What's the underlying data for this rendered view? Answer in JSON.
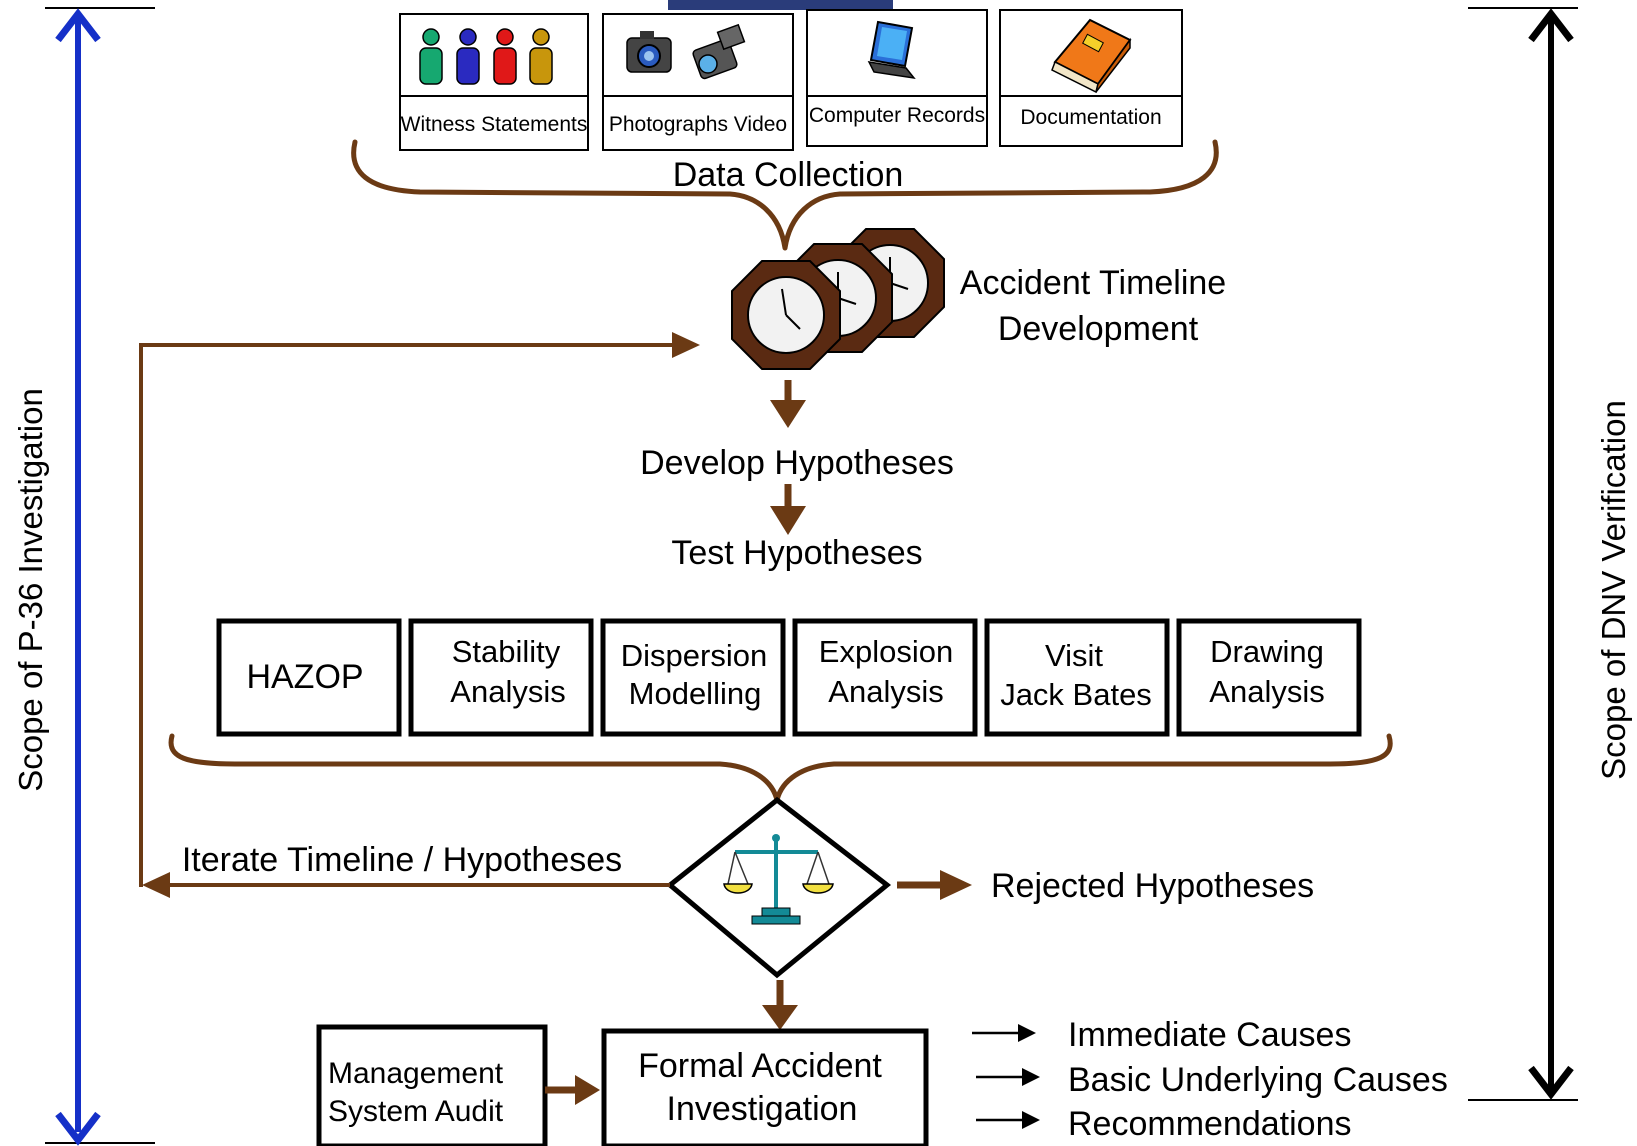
{
  "scope_left": "Scope of P-36 Investigation",
  "scope_right": "Scope of DNV Verification",
  "data_sources": [
    {
      "label": "Witness Statements",
      "icon": "people-icon"
    },
    {
      "label": "Photographs Video",
      "icon": "camera-video-icon"
    },
    {
      "label": "Computer Records",
      "icon": "computer-icon"
    },
    {
      "label": "Documentation",
      "icon": "book-icon"
    }
  ],
  "data_collection": "Data Collection",
  "timeline": {
    "line1": "Accident Timeline",
    "line2": "Development",
    "icon": "clocks-icon"
  },
  "develop": "Develop Hypotheses",
  "test": "Test Hypotheses",
  "analyses": [
    {
      "line1": "HAZOP",
      "line2": ""
    },
    {
      "line1": "Stability",
      "line2": "Analysis"
    },
    {
      "line1": "Dispersion",
      "line2": "Modelling"
    },
    {
      "line1": "Explosion",
      "line2": "Analysis"
    },
    {
      "line1": "Visit",
      "line2": "Jack Bates"
    },
    {
      "line1": "Drawing",
      "line2": "Analysis"
    }
  ],
  "decision": {
    "icon": "scales-icon"
  },
  "iterate": "Iterate Timeline / Hypotheses",
  "rejected": "Rejected Hypotheses",
  "audit": {
    "line1": "Management",
    "line2": "System Audit"
  },
  "formal": {
    "line1": "Formal Accident",
    "line2": "Investigation"
  },
  "outputs": [
    "Immediate Causes",
    "Basic Underlying Causes",
    "Recommendations"
  ],
  "colors": {
    "brown": "#6b3a14",
    "blue": "#1530c8",
    "black": "#000000"
  }
}
